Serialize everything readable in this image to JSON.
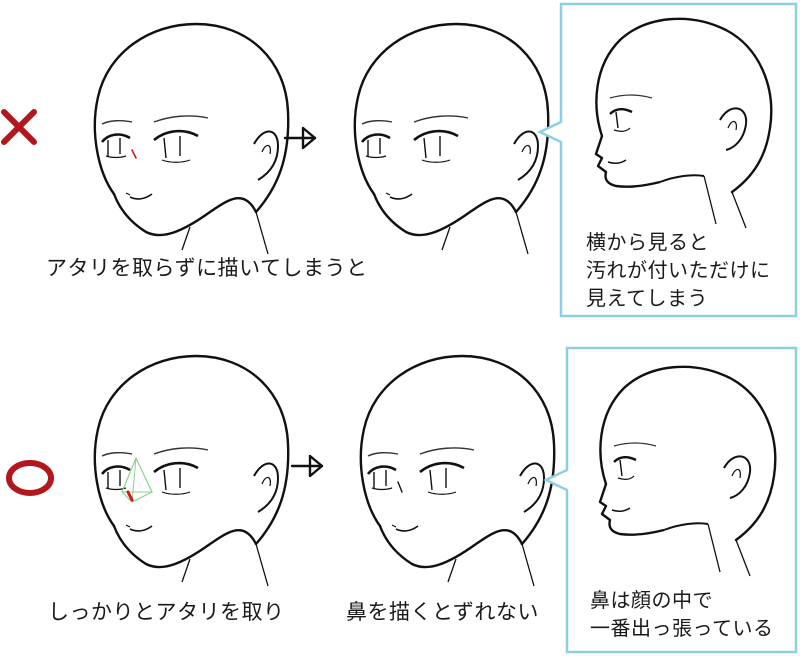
{
  "row_top": {
    "mark": "×",
    "caption": "アタリを取らずに描いてしまうと",
    "bubble_lines": [
      "横から見ると",
      "汚れが付いただけに",
      "見えてしまう"
    ]
  },
  "row_bottom": {
    "mark": "○",
    "caption_left": "しっかりとアタリを取り",
    "caption_mid": "鼻を描くとずれない",
    "bubble_lines": [
      "鼻は顔の中で",
      "一番出っ張っている"
    ]
  },
  "colors": {
    "mark_red": "#b3171e",
    "bubble_border": "#8ccfe6",
    "line": "#111111",
    "guide_green": "#8fd08f",
    "nose_red": "#d11a1a"
  },
  "icons": [
    "cross-mark-icon",
    "circle-mark-icon",
    "arrow-icon",
    "head-drawing",
    "profile-head-drawing"
  ]
}
